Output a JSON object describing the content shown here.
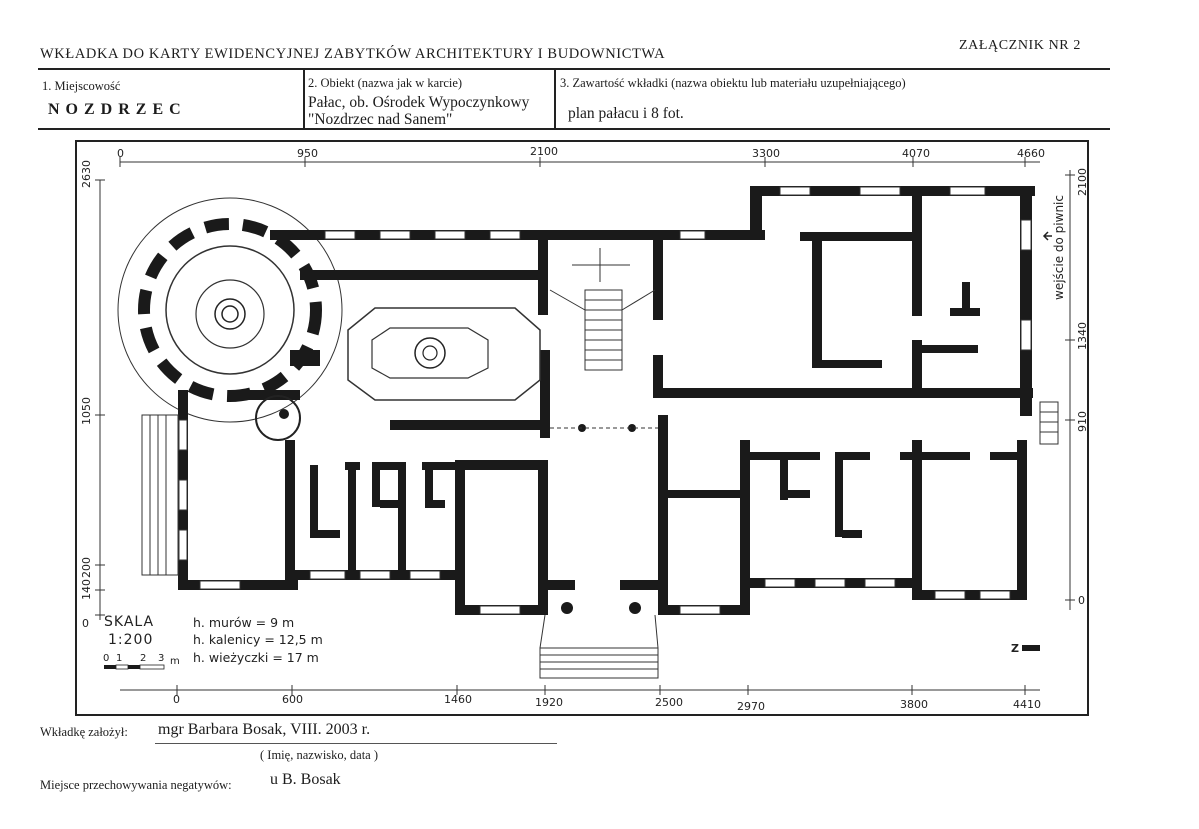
{
  "header": {
    "title": "WKŁADKA DO KARTY EWIDENCYJNEJ ZABYTKÓW ARCHITEKTURY I BUDOWNICTWA",
    "annex": "ZAŁĄCZNIK NR 2"
  },
  "fields": {
    "locality_label": "1. Miejscowość",
    "locality_value": "NOZDRZEC",
    "object_label": "2. Obiekt (nazwa jak w karcie)",
    "object_value_line1": "Pałac, ob. Ośrodek Wypoczynkowy",
    "object_value_line2": "\"Nozdrzec nad Sanem\"",
    "content_label": "3. Zawartość wkładki (nazwa obiektu lub materiału uzupełniającego)",
    "content_value": "plan pałacu i 8 fot."
  },
  "plan": {
    "top_dims": [
      "0",
      "950",
      "2100",
      "3300",
      "4070",
      "4660"
    ],
    "bottom_dims": [
      "0",
      "600",
      "1460",
      "1920",
      "2500",
      "2970",
      "3800",
      "4410"
    ],
    "left_dims": [
      "2630",
      "1050",
      "200",
      "140",
      "0"
    ],
    "right_dims": [
      "2100",
      "1340",
      "910",
      "0"
    ],
    "entrance_note": "wejście do piwnic",
    "scale_label": "SKALA",
    "scale_value": "1:200",
    "scale_ticks": [
      "0",
      "1",
      "2",
      "3",
      "m"
    ],
    "heights": [
      "h. murów = 9 m",
      "h. kalenicy = 12,5 m",
      "h. wieżyczki = 17 m"
    ],
    "north": "Z"
  },
  "footer": {
    "created_label": "Wkładkę założył:",
    "created_value": "mgr Barbara Bosak, VIII. 2003 r.",
    "created_hint": "( Imię, nazwisko, data )",
    "storage_label": "Miejsce przechowywania negatywów:",
    "storage_value": "u B. Bosak"
  }
}
